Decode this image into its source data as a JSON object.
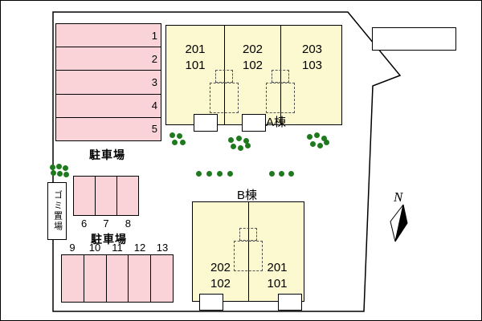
{
  "buildings": {
    "a": {
      "label": "A棟",
      "units": [
        {
          "upper": "201",
          "lower": "101"
        },
        {
          "upper": "202",
          "lower": "102"
        },
        {
          "upper": "203",
          "lower": "103"
        }
      ]
    },
    "b": {
      "label": "B棟",
      "units": [
        {
          "upper": "202",
          "lower": "102"
        },
        {
          "upper": "201",
          "lower": "101"
        }
      ]
    }
  },
  "parking": {
    "label_top": "駐車場",
    "label_mid": "駐車場",
    "lot_top_stalls": [
      "1",
      "2",
      "3",
      "4",
      "5"
    ],
    "lot_mid_stalls": [
      "6",
      "7",
      "8"
    ],
    "lot_bottom_stalls": [
      "9",
      "10",
      "11",
      "12",
      "13"
    ]
  },
  "garbage_label": "ゴミ置場",
  "compass_label": "N",
  "colors": {
    "parking_fill": "#f9d3d8",
    "building_fill": "#fcf8cf",
    "tree": "#1f7a1f"
  }
}
